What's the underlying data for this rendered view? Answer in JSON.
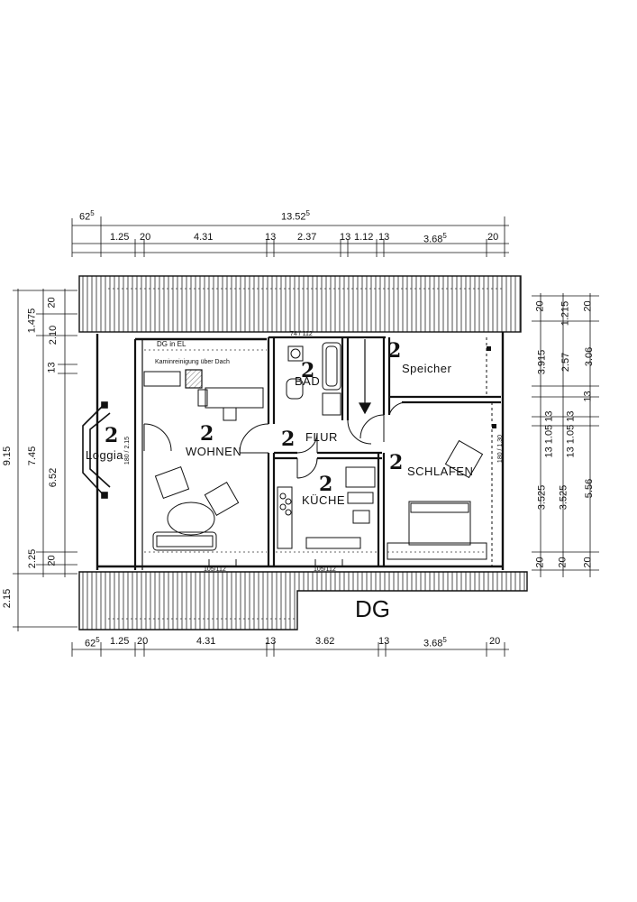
{
  "floor_label": "DG",
  "notes": {
    "dg_in_el": "DG in EL",
    "chimney": "Kaminreinigung über Dach"
  },
  "rooms": {
    "loggia": {
      "label": "Loggia",
      "count": "2"
    },
    "wohnen": {
      "label": "WOHNEN",
      "count": "2"
    },
    "bad": {
      "label": "BAD",
      "count": "2"
    },
    "flur": {
      "label": "FLUR",
      "count": "2"
    },
    "kueche": {
      "label": "KÜCHE",
      "count": "2"
    },
    "speicher": {
      "label": "Speicher",
      "count": "2"
    },
    "schlafen": {
      "label": "SCHLAFEN",
      "count": "2"
    }
  },
  "openings": {
    "bad": "74 / 112",
    "loggia_door": "180 / 2.15",
    "schlafen_door": "180 / 1.30",
    "window_wohnen": "105/112",
    "window_kueche": "105/112"
  },
  "dims_top": {
    "overall": "13.52",
    "overall_sup": "5",
    "left_sup_val": "62",
    "left_sup": "5",
    "segments": [
      "1.25",
      "20",
      "4.31",
      "13",
      "2.37",
      "13",
      "1.12",
      "13",
      "3.68",
      "20"
    ],
    "seg_sup_idx": "5"
  },
  "dims_bottom": {
    "left_sup_val": "62",
    "left_sup": "5",
    "segments": [
      "1.25",
      "20",
      "4.31",
      "13",
      "3.62",
      "13",
      "3.68",
      "20"
    ],
    "seg_sup": "5"
  },
  "dims_left": {
    "outer": [
      "9.15",
      "2.15"
    ],
    "middle": [
      "1.475",
      "7.45",
      "2.25"
    ],
    "inner": [
      "20",
      "2.10",
      "13",
      "6.52",
      "20"
    ]
  },
  "dims_right": {
    "a": [
      "20",
      "3.915",
      "13",
      "3.525",
      "20"
    ],
    "b": [
      "1.215",
      "2.57",
      "13 1.05 13",
      "3.525",
      "20"
    ],
    "c": [
      "20",
      "3.06",
      "13",
      "5.56",
      "20"
    ],
    "a_mid": "13 1.05 13"
  }
}
